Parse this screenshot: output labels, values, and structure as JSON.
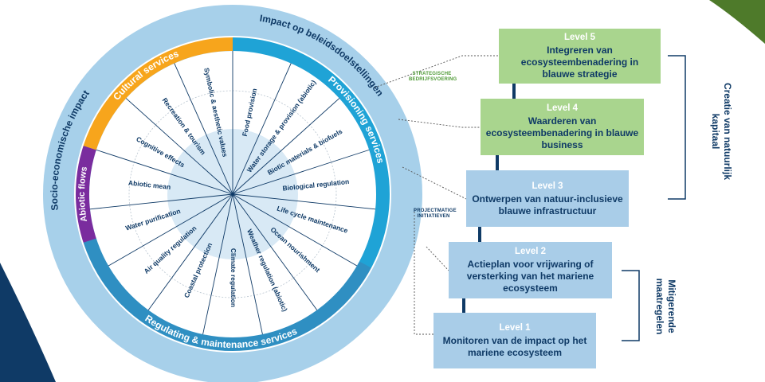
{
  "colors": {
    "dark_blue": "#0f3a66",
    "ring_blue": "#3b9ccf",
    "light_ring": "#a7d0ea",
    "orange": "#f7a51c",
    "purple": "#7a2c9e",
    "level_blue": "#a9cde8",
    "level_green": "#a9d58e",
    "corner_green": "#4e7a2a"
  },
  "wheel": {
    "outer_left_label": "Socio-economische impact",
    "outer_top_label": "Impact op beleidsdoelstellingen",
    "sectors": {
      "provisioning": "Provisioning services",
      "regulating": "Regulating & maintenance services",
      "abiotic": "Abiotic flows",
      "cultural": "Cultural services"
    },
    "spokes": [
      "Food provision",
      "Water storage & provision (abiotic)",
      "Biotic materials & biofuels",
      "Biological regulation",
      "Life cycle maintenance",
      "Ocean nourishment",
      "Weather regulation (abiotic)",
      "Climate regulation",
      "Coastal protection",
      "Air quality regulation",
      "Water purification",
      "Abiotic mean",
      "Cognitive effects",
      "Recreation & tourism",
      "Symbolic & aesthetic values"
    ]
  },
  "levels": [
    {
      "title": "Level 1",
      "desc": "Monitoren van de impact op het mariene ecosysteem"
    },
    {
      "title": "Level 2",
      "desc": "Actieplan voor vrijwaring of versterking van het mariene ecosysteem"
    },
    {
      "title": "Level 3",
      "desc": "Ontwerpen van natuur-inclusieve blauwe infrastructuur"
    },
    {
      "title": "Level 4",
      "desc": "Waarderen van ecosysteembenadering in blauwe business"
    },
    {
      "title": "Level 5",
      "desc": "Integreren van ecosysteembenadering in blauwe strategie"
    }
  ],
  "side_labels": {
    "creation": "Creatie van natuurlijk kapitaal",
    "mitigating": "Mitigerende maatregelen"
  },
  "small_labels": {
    "strategic": "STRATEGISCHE BEDRIJFSVOERING",
    "project": "PROJECTMATIGE INITIATIEVEN"
  }
}
